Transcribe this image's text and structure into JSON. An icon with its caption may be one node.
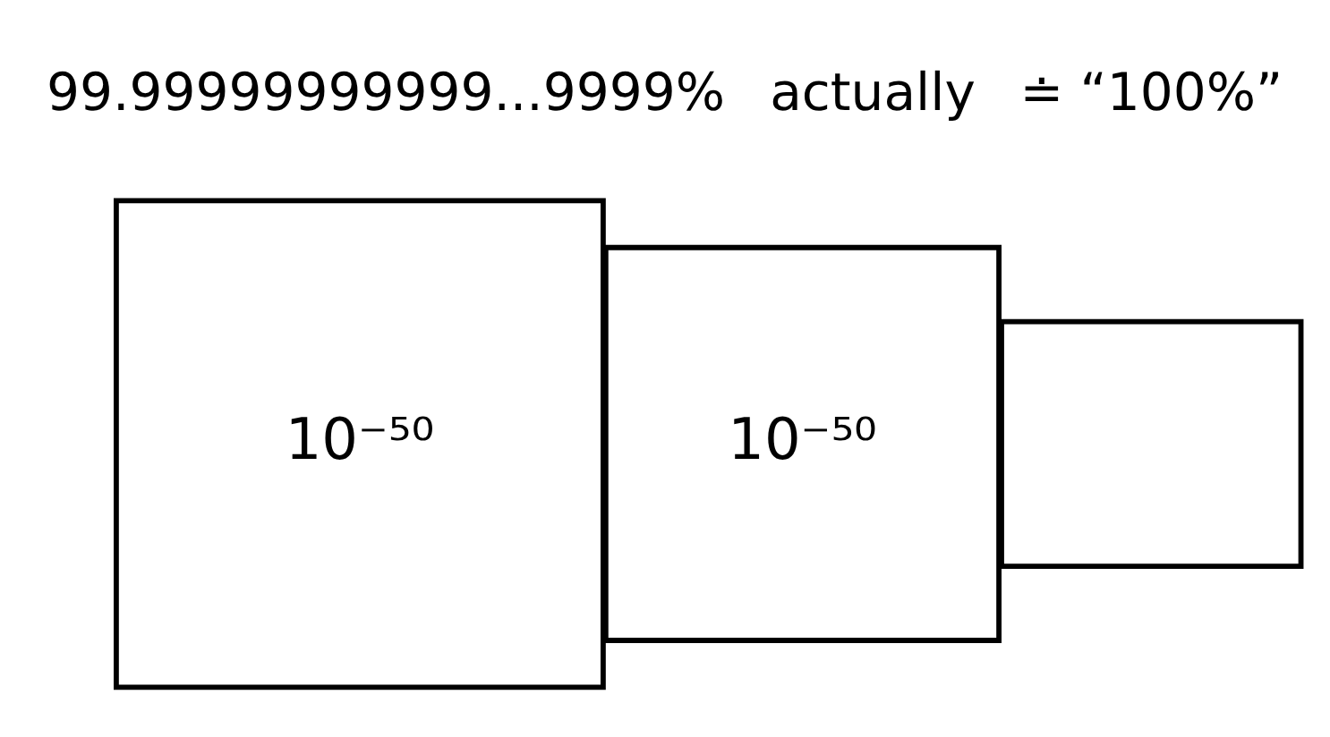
{
  "diagram": {
    "nodes": [
      {
        "text": [
          "10⁻⁵⁰"
        ]
      },
      {
        "text": [
          "10⁻⁵⁰"
        ]
      },
      {
        "text": [],
        "shape": "box"
      }
    ],
    "labels": [
      "99.99999999999...9999%",
      "actually",
      "≐ “100%”"
    ]
  }
}
